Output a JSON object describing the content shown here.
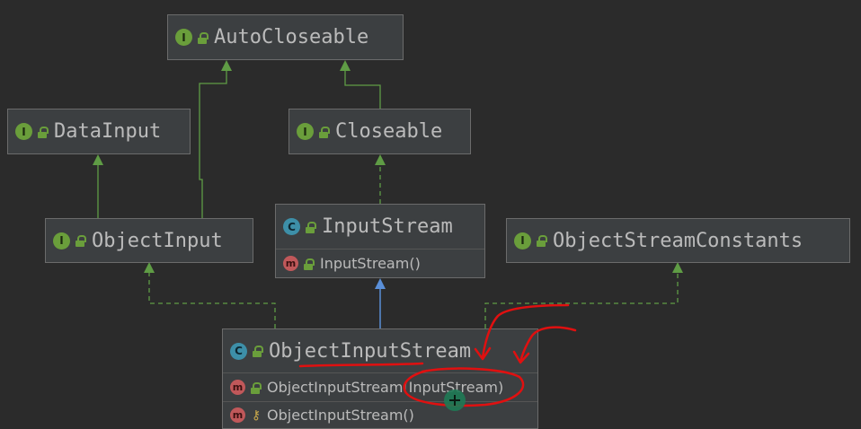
{
  "nodes": {
    "autocloseable": {
      "name": "AutoCloseable",
      "kind": "I"
    },
    "datainput": {
      "name": "DataInput",
      "kind": "I"
    },
    "closeable": {
      "name": "Closeable",
      "kind": "I"
    },
    "objectinput": {
      "name": "ObjectInput",
      "kind": "I"
    },
    "inputstream": {
      "name": "InputStream",
      "kind": "C",
      "members": [
        {
          "kind": "m",
          "label": "InputStream()"
        }
      ]
    },
    "objectstreamconstants": {
      "name": "ObjectStreamConstants",
      "kind": "I"
    },
    "objectinputstream": {
      "name": "ObjectInputStream",
      "kind": "C",
      "members": [
        {
          "kind": "m",
          "label": "ObjectInputStream(InputStream)"
        },
        {
          "kind": "m",
          "label": "ObjectInputStream()"
        }
      ]
    }
  },
  "colors": {
    "background": "#2b2b2b",
    "node_fill": "#3c3f41",
    "interface_badge": "#6a9e3b",
    "class_badge": "#3d8fa8",
    "method_badge": "#c0585a",
    "edge_green": "#5f9c45",
    "edge_blue": "#5a8fd8",
    "annotation": "#e01010",
    "cursor": "#1e7a55"
  }
}
